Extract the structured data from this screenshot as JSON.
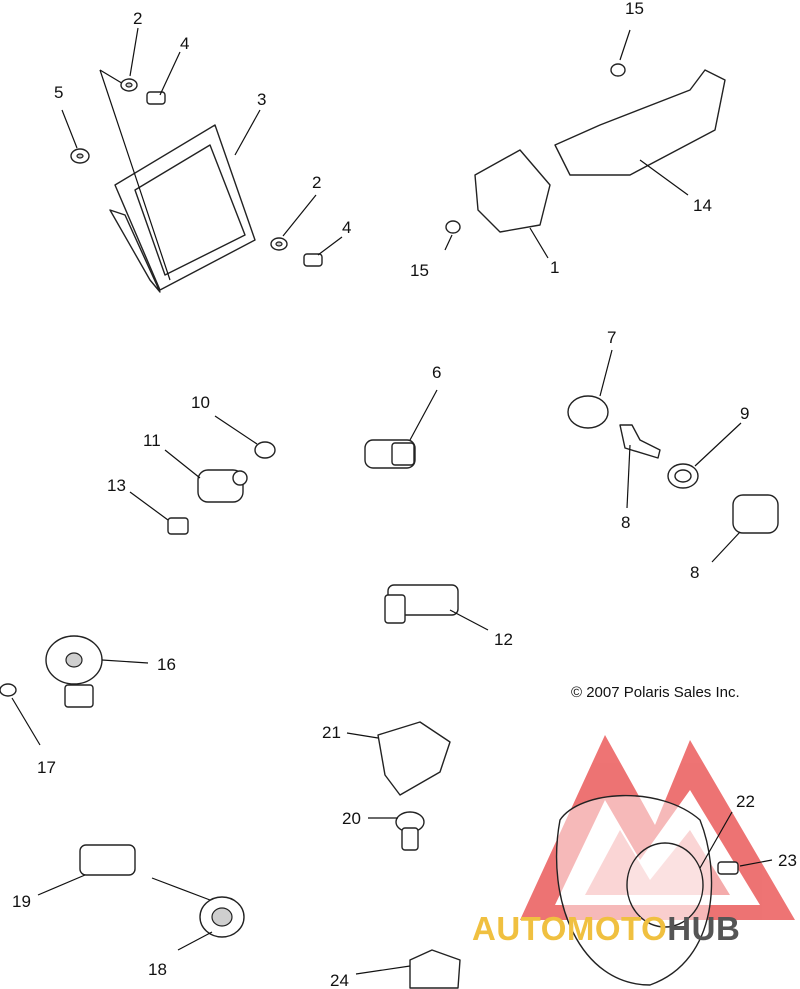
{
  "copyright": "© 2007 Polaris Sales Inc.",
  "watermark": {
    "brand_part1": "AUTOMOTO",
    "brand_part2": "HUB",
    "accent_color": "#f0c040",
    "logo_color": "#e84545",
    "dark_color": "#555555"
  },
  "callouts": {
    "c1": "1",
    "c2a": "2",
    "c2b": "2",
    "c3": "3",
    "c4a": "4",
    "c4b": "4",
    "c5": "5",
    "c6": "6",
    "c7": "7",
    "c8a": "8",
    "c8b": "8",
    "c9": "9",
    "c10": "10",
    "c11": "11",
    "c12": "12",
    "c13": "13",
    "c14": "14",
    "c15a": "15",
    "c15b": "15",
    "c16": "16",
    "c17": "17",
    "c18": "18",
    "c19": "19",
    "c20": "20",
    "c21": "21",
    "c22": "22",
    "c23": "23",
    "c24": "24"
  }
}
